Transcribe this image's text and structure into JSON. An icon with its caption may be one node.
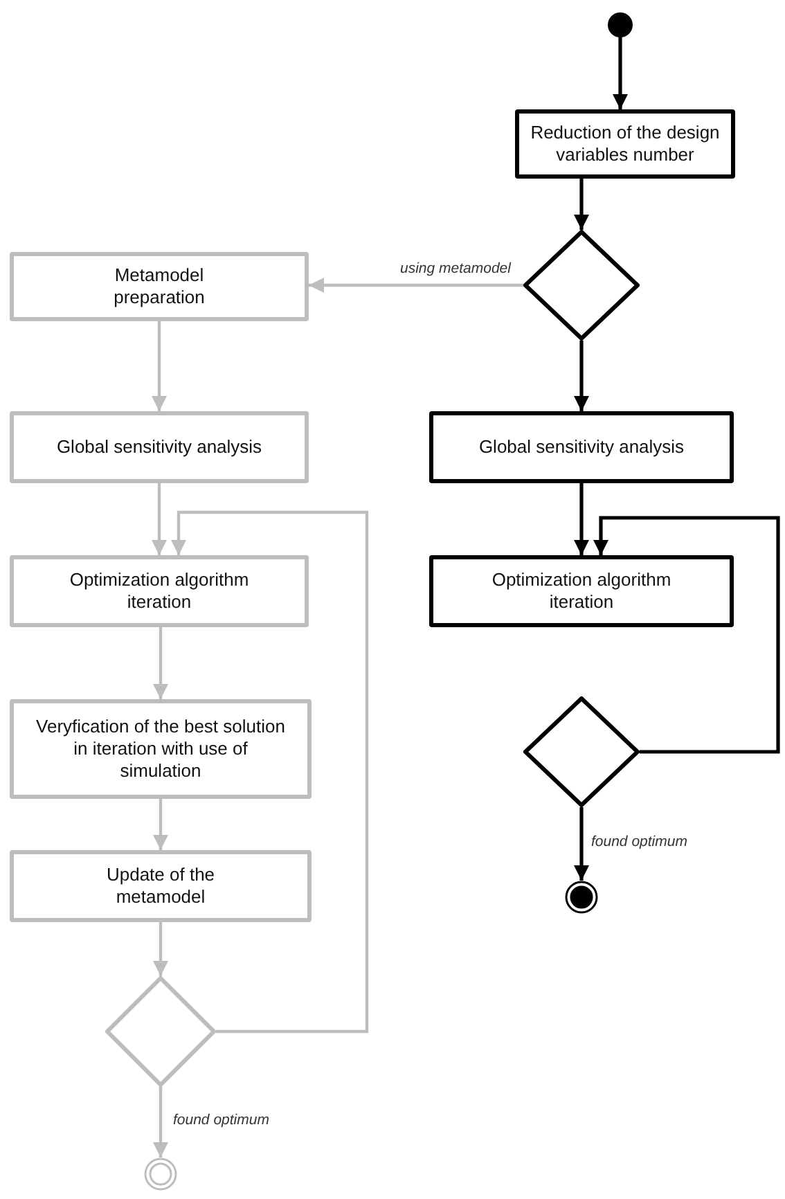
{
  "diagram": {
    "nodes": [
      {
        "text": [],
        "shape": "circle"
      },
      {
        "text": [
          "Reduction of the design variables number"
        ]
      },
      {
        "text": [],
        "shape": "diamond"
      },
      {
        "text": [
          "Metamodel preparation"
        ]
      },
      {
        "text": [
          "Global sensitivity analysis"
        ]
      },
      {
        "text": [
          "Global sensitivity analysis"
        ]
      },
      {
        "text": [
          "Optimization algorithm iteration"
        ]
      },
      {
        "text": [
          "Optimization algorithm iteration"
        ]
      },
      {
        "text": [
          "Veryfication of the best solution in iteration with use of simulation"
        ]
      },
      {
        "text": [],
        "shape": "diamond"
      },
      {
        "text": [
          "Update of the metamodel"
        ]
      },
      {
        "text": [],
        "shape": "circle"
      },
      {
        "text": [],
        "shape": "diamond"
      },
      {
        "text": [],
        "shape": "circle"
      }
    ],
    "edges": [
      {
        "from": 0,
        "to": 1,
        "arrow": "to",
        "color": "#000000"
      },
      {
        "from": 1,
        "to": 2,
        "arrow": "to",
        "color": "#000000"
      },
      {
        "from": 2,
        "to": 3,
        "arrow": "to",
        "label": "using metamodel"
      },
      {
        "from": 2,
        "to": 5,
        "arrow": "to",
        "color": "#000000"
      },
      {
        "from": 3,
        "to": 4,
        "arrow": "to"
      },
      {
        "from": 4,
        "to": 6,
        "arrow": "to"
      },
      {
        "from": 5,
        "to": 7,
        "arrow": "to",
        "color": "#000000"
      },
      {
        "from": 6,
        "to": 8,
        "arrow": "to"
      },
      {
        "from": 8,
        "to": 10,
        "arrow": "to"
      },
      {
        "from": 10,
        "to": 12,
        "arrow": "to"
      },
      {
        "from": 12,
        "to": 6,
        "arrow": "to"
      },
      {
        "from": 12,
        "to": 13,
        "arrow": "to",
        "label": "found optimum"
      },
      {
        "from": 9,
        "to": 7,
        "arrow": "to",
        "color": "#000000"
      },
      {
        "from": 9,
        "to": 11,
        "arrow": "to",
        "label": "found optimum",
        "color": "#000000"
      }
    ]
  }
}
